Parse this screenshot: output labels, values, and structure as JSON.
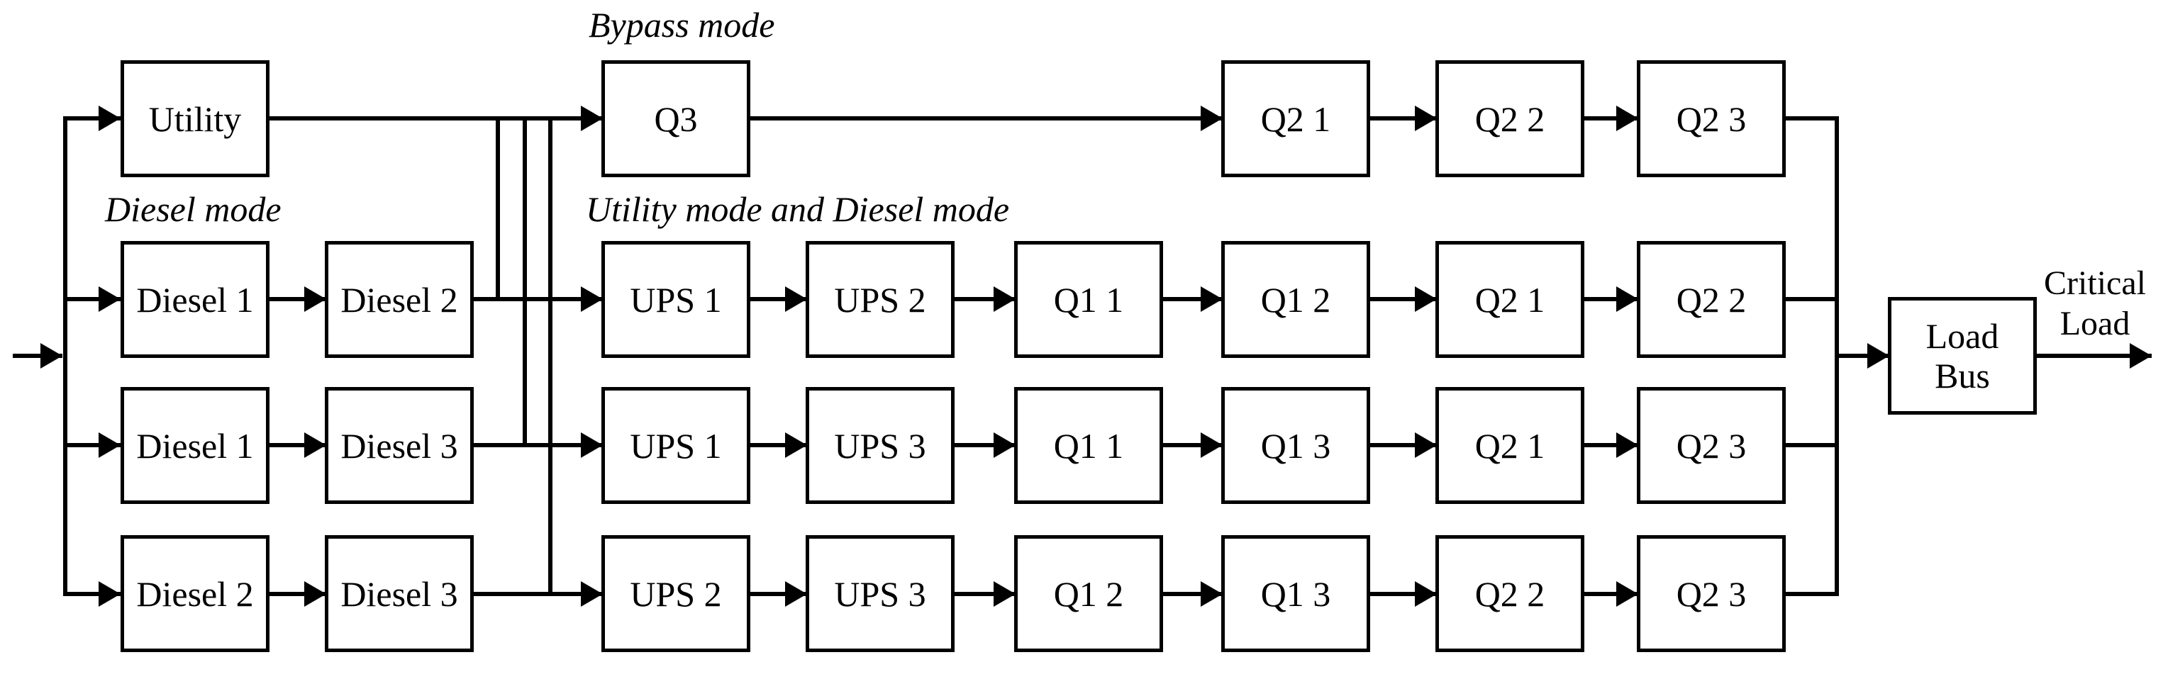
{
  "colors": {
    "line": "#000000",
    "background": "#ffffff",
    "text": "#000000"
  },
  "labels": {
    "bypass_mode": "Bypass mode",
    "diesel_mode": "Diesel mode",
    "utility_and_diesel_mode": "Utility mode and Diesel mode",
    "critical_load": "Critical\nLoad"
  },
  "rows": [
    {
      "boxes": [
        {
          "label": "Utility"
        },
        {
          "label": "Q3"
        },
        {
          "label": "Q2 1"
        },
        {
          "label": "Q2 2"
        },
        {
          "label": "Q2 3"
        }
      ]
    },
    {
      "boxes": [
        {
          "label": "Diesel 1"
        },
        {
          "label": "Diesel 2"
        },
        {
          "label": "UPS 1"
        },
        {
          "label": "UPS 2"
        },
        {
          "label": "Q1 1"
        },
        {
          "label": "Q1 2"
        },
        {
          "label": "Q2 1"
        },
        {
          "label": "Q2 2"
        }
      ]
    },
    {
      "boxes": [
        {
          "label": "Diesel 1"
        },
        {
          "label": "Diesel 3"
        },
        {
          "label": "UPS 1"
        },
        {
          "label": "UPS 3"
        },
        {
          "label": "Q1 1"
        },
        {
          "label": "Q1 3"
        },
        {
          "label": "Q2 1"
        },
        {
          "label": "Q2 3"
        }
      ]
    },
    {
      "boxes": [
        {
          "label": "Diesel 2"
        },
        {
          "label": "Diesel 3"
        },
        {
          "label": "UPS 2"
        },
        {
          "label": "UPS 3"
        },
        {
          "label": "Q1 2"
        },
        {
          "label": "Q1 3"
        },
        {
          "label": "Q2 2"
        },
        {
          "label": "Q2 3"
        }
      ]
    }
  ],
  "load_bus": {
    "label": "Load\nBus"
  }
}
